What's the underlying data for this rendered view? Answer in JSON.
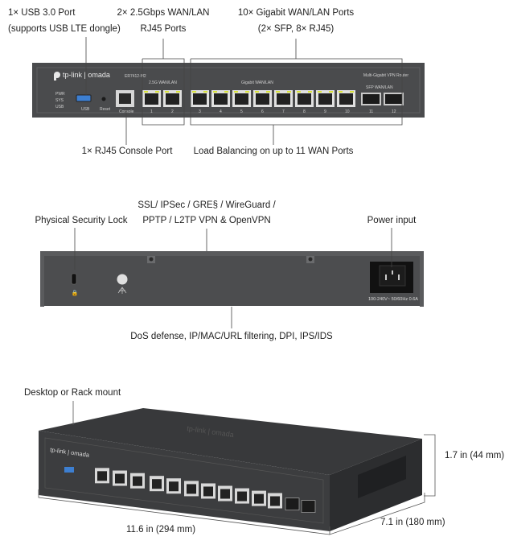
{
  "front_view": {
    "callouts": {
      "usb": [
        "1× USB 3.0 Port",
        "(supports USB LTE dongle)"
      ],
      "wan25": [
        "2× 2.5Gbps WAN/LAN",
        "RJ45 Ports"
      ],
      "gigabit": [
        "10× Gigabit WAN/LAN Ports",
        "(2× SFP, 8× RJ45)"
      ],
      "console": "1× RJ45 Console Port",
      "load_balancing": "Load Balancing on up to 11 WAN Ports"
    },
    "device": {
      "brand": "tp-link | omada",
      "model": "ER7412-M2",
      "subtitle": "Multi-Gigabit VPN Router",
      "usb_label": "USB",
      "reset_label": "Reset",
      "console_label": "Console",
      "led_labels": [
        "PWR",
        "SYS",
        "USB"
      ],
      "group_25g": "2.5G WAN/LAN",
      "group_gig": "Gigabit WAN/LAN",
      "group_sfp": "SFP WAN/LAN",
      "rj45_port_numbers": [
        "1",
        "2",
        "3",
        "4",
        "5",
        "6",
        "7",
        "8",
        "9",
        "10"
      ],
      "sfp_port_numbers": [
        "11",
        "12"
      ]
    }
  },
  "rear_view": {
    "callouts": {
      "lock": "Physical Security Lock",
      "vpn": [
        "SSL/ IPSec / GRE§ / WireGuard /",
        "PPTP / L2TP VPN & OpenVPN"
      ],
      "power": "Power input",
      "security": "DoS defense, IP/MAC/URL filtering, DPI, IPS/IDS"
    },
    "power_rating": "100-240V~ 50/60Hz 0.6A"
  },
  "perspective_view": {
    "mount": "Desktop or Rack mount",
    "height": "1.7 in (44 mm)",
    "width": "11.6 in (294 mm)",
    "depth": "7.1 in (180 mm)"
  },
  "colors": {
    "chassis": "#4a4b4d",
    "chassis_dark": "#2f3032",
    "port_led": "#d8e23a"
  }
}
